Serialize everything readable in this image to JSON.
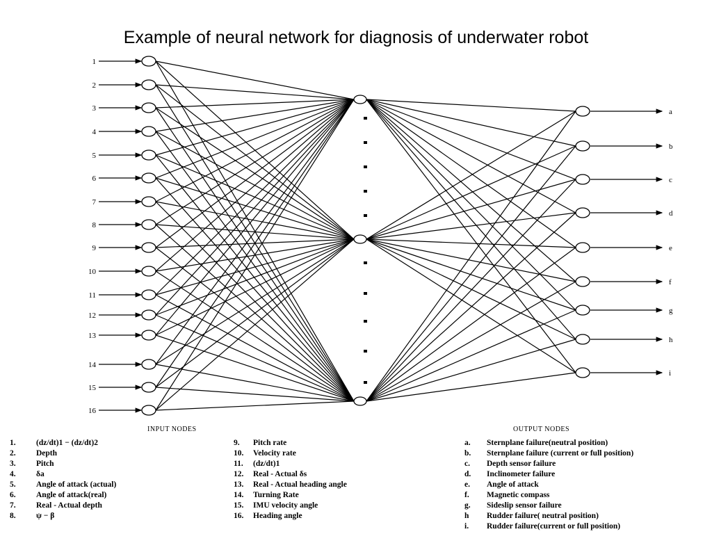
{
  "title": "Example of neural network for diagnosis of underwater robot",
  "network": {
    "input_header": "INPUT NODES",
    "output_header": "OUTPUT NODES",
    "input_labels": [
      "1",
      "2",
      "3",
      "4",
      "5",
      "6",
      "7",
      "8",
      "9",
      "10",
      "11",
      "12",
      "13",
      "14",
      "15",
      "16"
    ],
    "output_labels": [
      "a",
      "b",
      "c",
      "d",
      "e",
      "f",
      "g",
      "h",
      "i"
    ],
    "hidden_nodes_drawn": 3
  },
  "legend": {
    "inputs_col1": [
      {
        "num": "1.",
        "text": "(dz/dt)1 − (dz/dt)2"
      },
      {
        "num": "2.",
        "text": "Depth"
      },
      {
        "num": "3.",
        "text": "Pitch"
      },
      {
        "num": "4.",
        "text": "δa"
      },
      {
        "num": "5.",
        "text": "Angle of attack (actual)"
      },
      {
        "num": "6.",
        "text": "Angle of attack(real)"
      },
      {
        "num": "7.",
        "text": "Real - Actual depth"
      },
      {
        "num": "8.",
        "text": "ψ − β"
      }
    ],
    "inputs_col2": [
      {
        "num": "9.",
        "text": "Pitch rate"
      },
      {
        "num": "10.",
        "text": "Velocity rate"
      },
      {
        "num": "11.",
        "text": "(dz/dt)1"
      },
      {
        "num": "12.",
        "text": "Real - Actual δs"
      },
      {
        "num": "13.",
        "text": "Real - Actual heading angle"
      },
      {
        "num": "14.",
        "text": "Turning Rate"
      },
      {
        "num": "15.",
        "text": "IMU velocity angle"
      },
      {
        "num": "16.",
        "text": "Heading angle"
      }
    ],
    "outputs": [
      {
        "num": "a.",
        "text": "Sternplane failure(neutral position)"
      },
      {
        "num": "b.",
        "text": "Sternplane failure (current or full position)"
      },
      {
        "num": "c.",
        "text": "Depth sensor failure"
      },
      {
        "num": "d.",
        "text": "Inclinometer failure"
      },
      {
        "num": "e.",
        "text": "Angle of attack"
      },
      {
        "num": "f.",
        "text": "Magnetic compass"
      },
      {
        "num": "g.",
        "text": "Sideslip sensor failure"
      },
      {
        "num": "h",
        "text": "Rudder failure( neutral position)"
      },
      {
        "num": "i.",
        "text": "Rudder failure(current or full position)"
      }
    ]
  }
}
